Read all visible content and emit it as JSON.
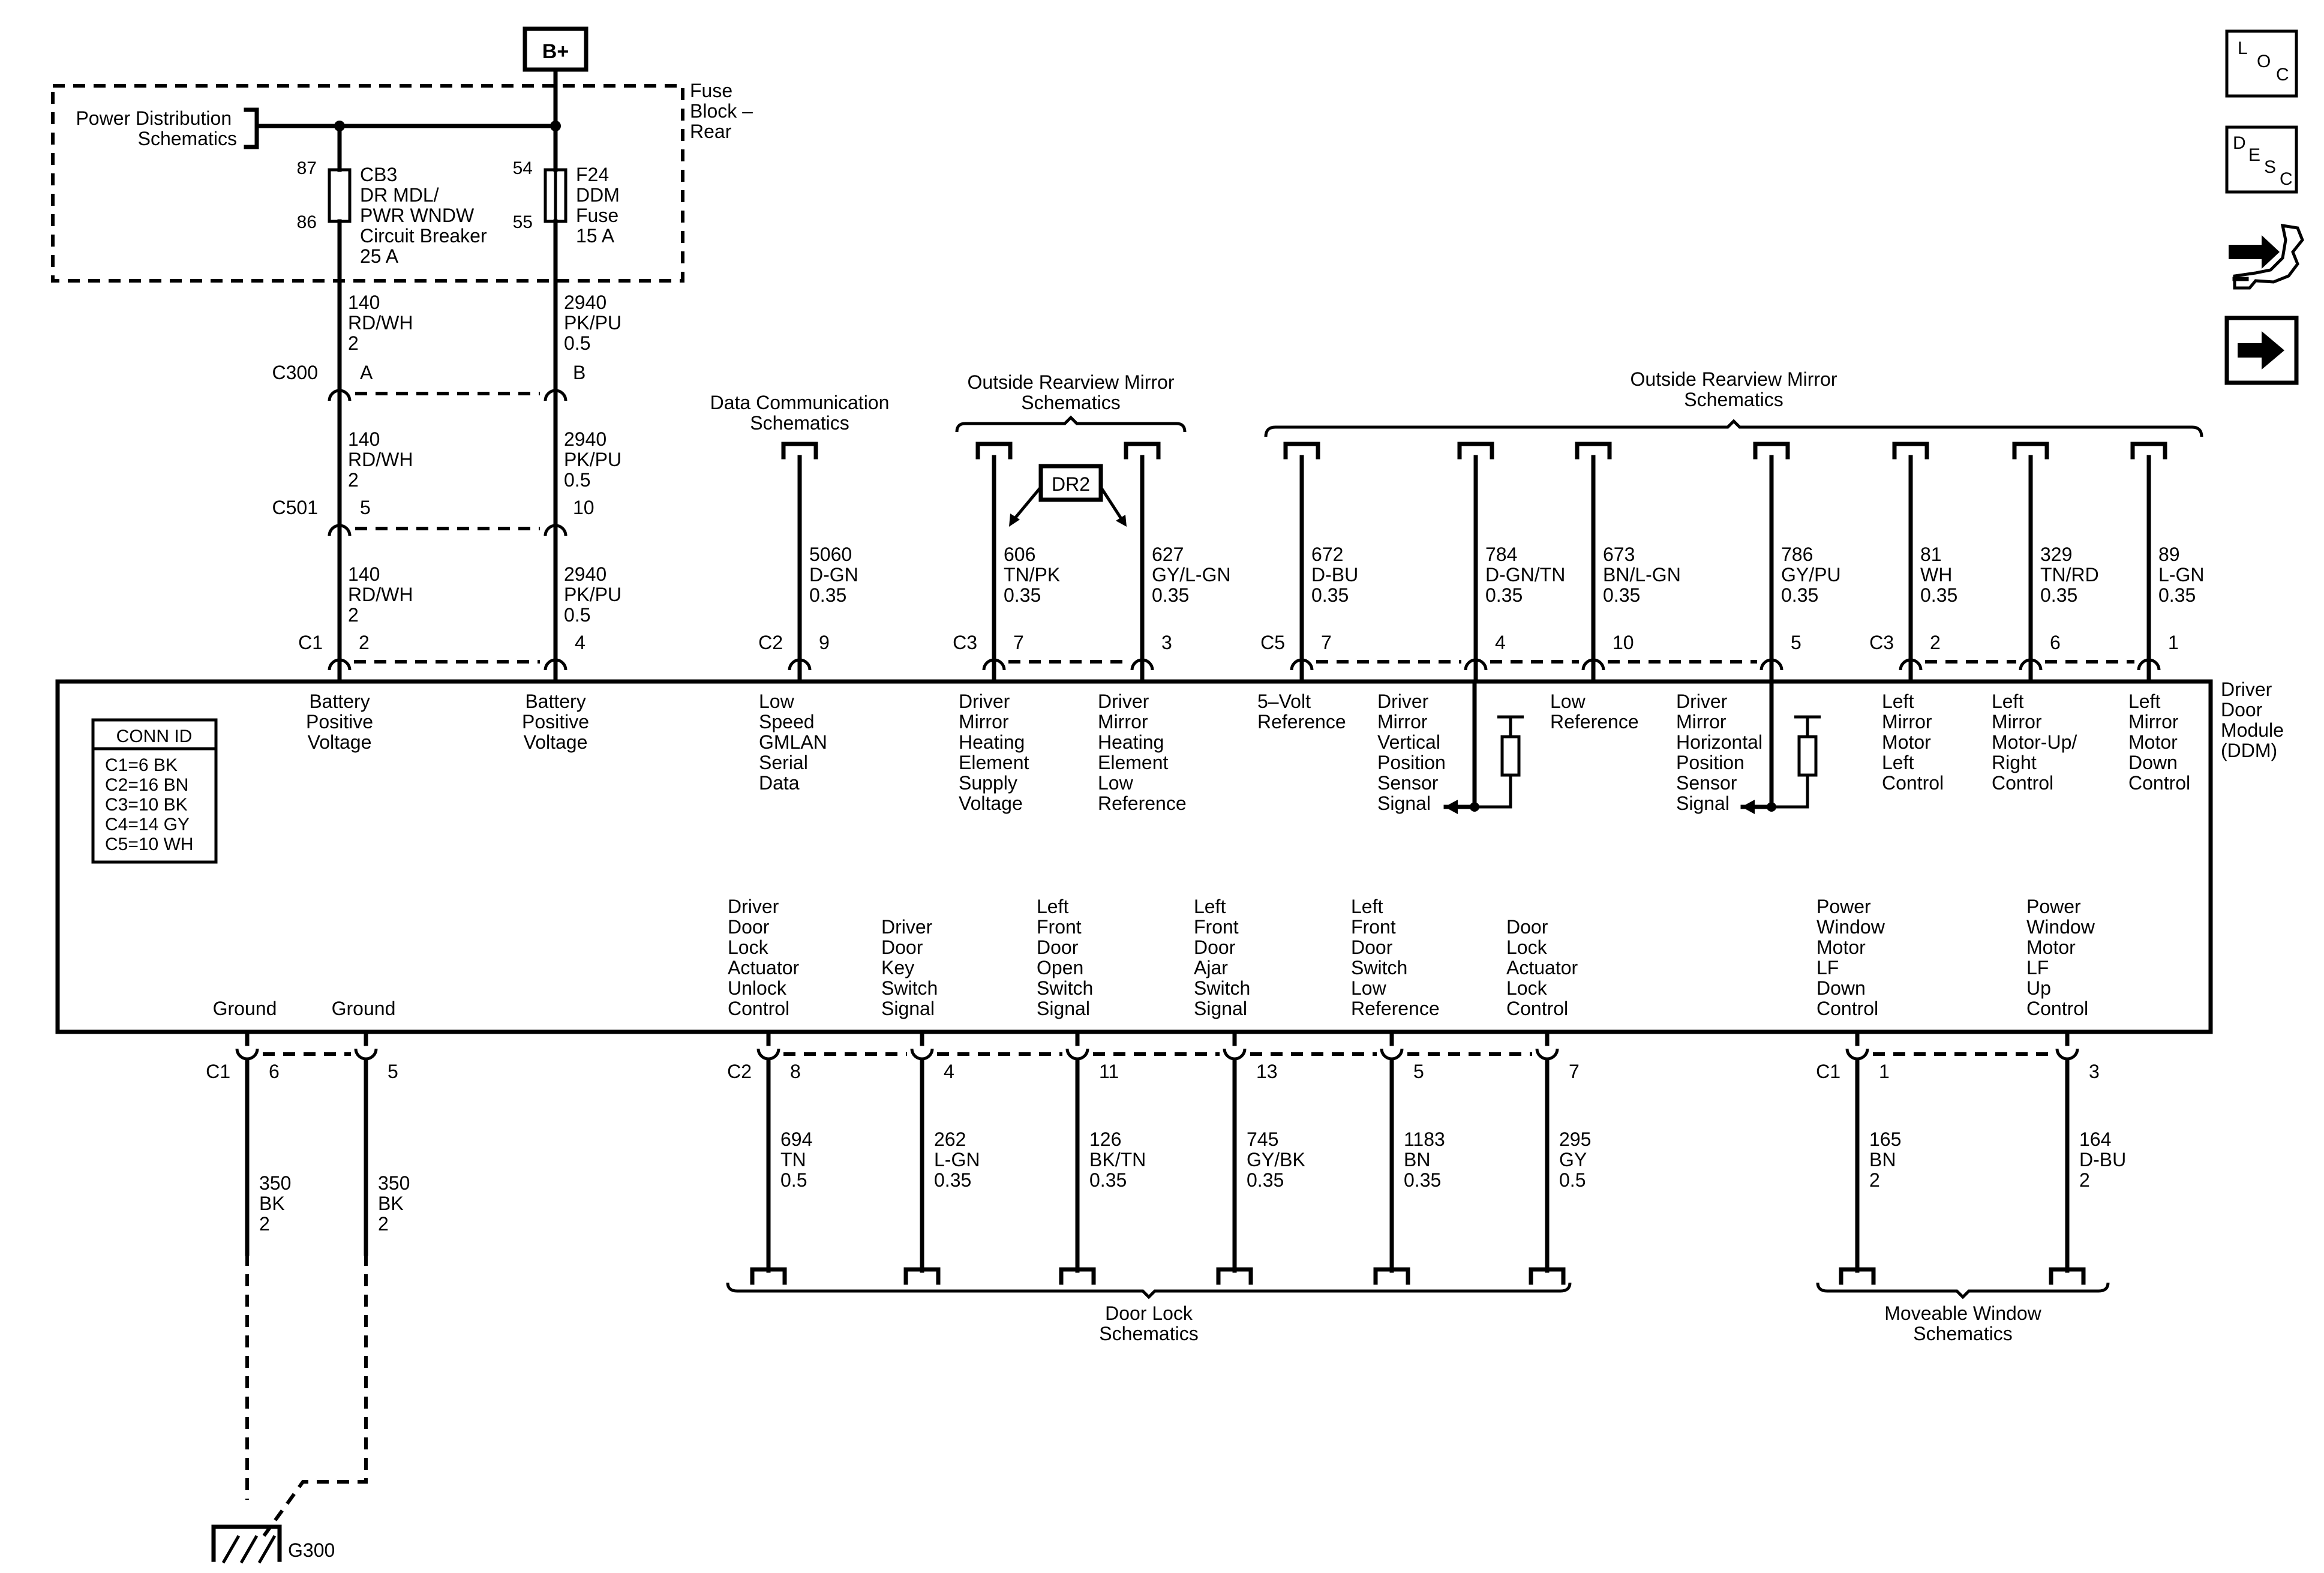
{
  "supply": {
    "bplus": "B+",
    "pds_lines": [
      "Power Distribution",
      "Schematics"
    ],
    "fuse_block_lines": [
      "Fuse",
      "Block –",
      "Rear"
    ],
    "cb3": {
      "pin_top": "87",
      "pin_bottom": "86",
      "lines": [
        "CB3",
        "DR MDL/",
        "PWR WNDW",
        "Circuit Breaker",
        "25 A"
      ]
    },
    "f24": {
      "pin_top": "54",
      "pin_bottom": "55",
      "lines": [
        "F24",
        "DDM",
        "Fuse",
        "15 A"
      ]
    }
  },
  "upper_wires": {
    "left": [
      {
        "lines": [
          "140",
          "RD/WH",
          "2"
        ]
      },
      {
        "lines": [
          "140",
          "RD/WH",
          "2"
        ]
      },
      {
        "lines": [
          "140",
          "RD/WH",
          "2"
        ]
      }
    ],
    "right": [
      {
        "lines": [
          "2940",
          "PK/PU",
          "0.5"
        ]
      },
      {
        "lines": [
          "2940",
          "PK/PU",
          "0.5"
        ]
      },
      {
        "lines": [
          "2940",
          "PK/PU",
          "0.5"
        ]
      }
    ]
  },
  "connectors": {
    "c300": {
      "label": "C300",
      "pin_left": "A",
      "pin_right": "B"
    },
    "c501": {
      "label": "C501",
      "pin_left": "5",
      "pin_right": "10"
    }
  },
  "top_pins": [
    {
      "conn": "C1",
      "pin": "2",
      "lines": [
        "Battery",
        "Positive",
        "Voltage"
      ]
    },
    {
      "conn": "",
      "pin": "4",
      "lines": [
        "Battery",
        "Positive",
        "Voltage"
      ]
    },
    {
      "conn": "C2",
      "pin": "9",
      "wire": [
        "5060",
        "D-GN",
        "0.35"
      ],
      "lines": [
        "Low",
        "Speed",
        "GMLAN",
        "Serial",
        "Data"
      ]
    },
    {
      "conn": "C3",
      "pin": "7",
      "wire": [
        "606",
        "TN/PK",
        "0.35"
      ],
      "lines": [
        "Driver",
        "Mirror",
        "Heating",
        "Element",
        "Supply",
        "Voltage"
      ]
    },
    {
      "conn": "",
      "pin": "3",
      "wire": [
        "627",
        "GY/L-GN",
        "0.35"
      ],
      "lines": [
        "Driver",
        "Mirror",
        "Heating",
        "Element",
        "Low",
        "Reference"
      ]
    },
    {
      "conn": "C5",
      "pin": "7",
      "wire": [
        "672",
        "D-BU",
        "0.35"
      ],
      "lines": [
        "5–Volt",
        "Reference"
      ]
    },
    {
      "conn": "",
      "pin": "4",
      "wire": [
        "784",
        "D-GN/TN",
        "0.35"
      ],
      "lines": [
        "Driver",
        "Mirror",
        "Vertical",
        "Position",
        "Sensor",
        "Signal"
      ]
    },
    {
      "conn": "",
      "pin": "10",
      "wire": [
        "673",
        "BN/L-GN",
        "0.35"
      ],
      "lines": [
        "Low",
        "Reference"
      ]
    },
    {
      "conn": "",
      "pin": "5",
      "wire": [
        "786",
        "GY/PU",
        "0.35"
      ],
      "lines": [
        "Driver",
        "Mirror",
        "Horizontal",
        "Position",
        "Sensor",
        "Signal"
      ]
    },
    {
      "conn": "C3",
      "pin": "2",
      "wire": [
        "81",
        "WH",
        "0.35"
      ],
      "lines": [
        "Left",
        "Mirror",
        "Motor",
        "Left",
        "Control"
      ]
    },
    {
      "conn": "",
      "pin": "6",
      "wire": [
        "329",
        "TN/RD",
        "0.35"
      ],
      "lines": [
        "Left",
        "Mirror",
        "Motor-Up/",
        "Right",
        "Control"
      ]
    },
    {
      "conn": "",
      "pin": "1",
      "wire": [
        "89",
        "L-GN",
        "0.35"
      ],
      "lines": [
        "Left",
        "Mirror",
        "Motor",
        "Down",
        "Control"
      ]
    }
  ],
  "top_refs": {
    "data_comm": [
      "Data Communication",
      "Schematics"
    ],
    "mirror_left": [
      "Outside Rearview Mirror",
      "Schematics"
    ],
    "mirror_right": [
      "Outside Rearview Mirror",
      "Schematics"
    ],
    "dr2": "DR2"
  },
  "module": {
    "lines": [
      "Driver",
      "Door",
      "Module",
      "(DDM)"
    ]
  },
  "conn_id": {
    "title": "CONN ID",
    "rows": [
      "C1=6 BK",
      "C2=16 BN",
      "C3=10 BK",
      "C4=14 GY",
      "C5=10 WH"
    ]
  },
  "bottom_pins": [
    {
      "conn": "C1",
      "pin": "6",
      "label": [
        "Ground"
      ],
      "wire": [
        "350",
        "BK",
        "2"
      ]
    },
    {
      "conn": "",
      "pin": "5",
      "label": [
        "Ground"
      ],
      "wire": [
        "350",
        "BK",
        "2"
      ]
    },
    {
      "conn": "C2",
      "pin": "8",
      "label": [
        "Driver",
        "Door",
        "Lock",
        "Actuator",
        "Unlock",
        "Control"
      ],
      "wire": [
        "694",
        "TN",
        "0.5"
      ]
    },
    {
      "conn": "",
      "pin": "4",
      "label": [
        "Driver",
        "Door",
        "Key",
        "Switch",
        "Signal"
      ],
      "wire": [
        "262",
        "L-GN",
        "0.35"
      ]
    },
    {
      "conn": "",
      "pin": "11",
      "label": [
        "Left",
        "Front",
        "Door",
        "Open",
        "Switch",
        "Signal"
      ],
      "wire": [
        "126",
        "BK/TN",
        "0.35"
      ]
    },
    {
      "conn": "",
      "pin": "13",
      "label": [
        "Left",
        "Front",
        "Door",
        "Ajar",
        "Switch",
        "Signal"
      ],
      "wire": [
        "745",
        "GY/BK",
        "0.35"
      ]
    },
    {
      "conn": "",
      "pin": "5",
      "label": [
        "Left",
        "Front",
        "Door",
        "Switch",
        "Low",
        "Reference"
      ],
      "wire": [
        "1183",
        "BN",
        "0.35"
      ]
    },
    {
      "conn": "",
      "pin": "7",
      "label": [
        "Door",
        "Lock",
        "Actuator",
        "Lock",
        "Control"
      ],
      "wire": [
        "295",
        "GY",
        "0.5"
      ]
    },
    {
      "conn": "C1",
      "pin": "1",
      "label": [
        "Power",
        "Window",
        "Motor",
        "LF",
        "Down",
        "Control"
      ],
      "wire": [
        "165",
        "BN",
        "2"
      ]
    },
    {
      "conn": "",
      "pin": "3",
      "label": [
        "Power",
        "Window",
        "Motor",
        "LF",
        "Up",
        "Control"
      ],
      "wire": [
        "164",
        "D-BU",
        "2"
      ]
    }
  ],
  "bottom_refs": {
    "door_lock": [
      "Door Lock",
      "Schematics"
    ],
    "window": [
      "Moveable Window",
      "Schematics"
    ],
    "ground": "G300"
  },
  "side_icons": [
    {
      "icon": "loc-icon",
      "letters": [
        "L",
        "O",
        "C"
      ]
    },
    {
      "icon": "desc-icon",
      "letters": [
        "D",
        "E",
        "S",
        "C"
      ]
    },
    {
      "icon": "connector-swap-icon"
    },
    {
      "icon": "arrow-right-icon"
    }
  ]
}
